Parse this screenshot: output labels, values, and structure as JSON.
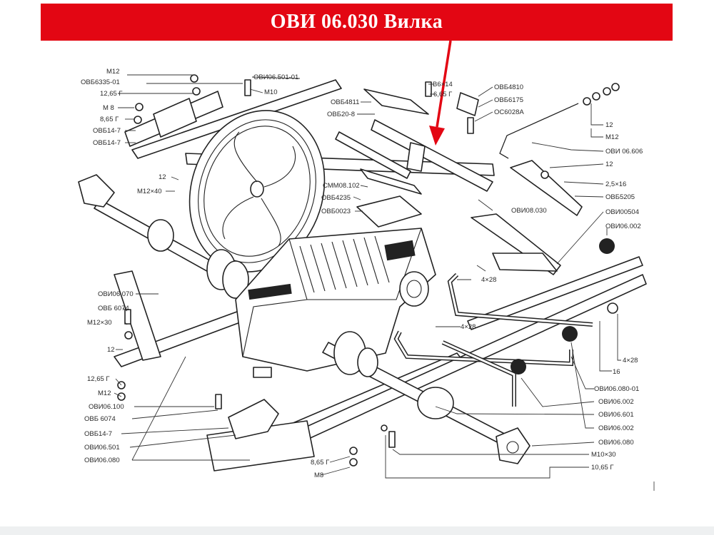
{
  "banner": {
    "title": "ОВИ 06.030 Вилка",
    "color": "#e30613"
  },
  "labels": {
    "l01": "М12",
    "l02": "ОВБ6335-01",
    "l03": "12,65 Г",
    "l04": "М 8",
    "l05": "8,65 Г",
    "l06": "ОВБ14-7",
    "l07": "ОВБ14-7",
    "l08": "ОВИ06.501-01",
    "l09": "М10",
    "l10": "12",
    "l11": "М12×40",
    "l12": "ОВБ4811",
    "l13": "ОВБ20-8",
    "l14": "СММ08.102",
    "l15": "ОВБ4235",
    "l16": "ОВБ0023",
    "l17": "В6×14",
    "l18": "6,65 Г",
    "l19": "ОВБ4810",
    "l20": "ОВБ6175",
    "l21": "ОС6028А",
    "l22": "ОВИ08.030",
    "l23": "12",
    "l24": "М12",
    "l25": "ОВИ 06.606",
    "l26": "12",
    "l27": "2,5×16",
    "l28": "ОВБ5205",
    "l29": "ОВИ00504",
    "l30": "ОВИ06.002",
    "l31": "4×28",
    "l32": "ОВИ06.070",
    "l33": "ОВБ 6074",
    "l34": "М12×30",
    "l35": "12",
    "l36": "4×28",
    "l37": "4×28",
    "l38": "16",
    "l39": "12,65 Г",
    "l40": "М12",
    "l41": "ОВИ06.100",
    "l42": "ОВБ 6074",
    "l43": "ОВБ14-7",
    "l44": "ОВИ06.501",
    "l45": "ОВИ06.080",
    "l46": "ОВИ06.080-01",
    "l47": "ОВИ06.002",
    "l48": "ОВИ06.601",
    "l49": "ОВИ06.002",
    "l50": "ОВИ06.080",
    "l51": "М10×30",
    "l52": "10,65 Г",
    "l53": "8,65 Г",
    "l54": "М8"
  }
}
